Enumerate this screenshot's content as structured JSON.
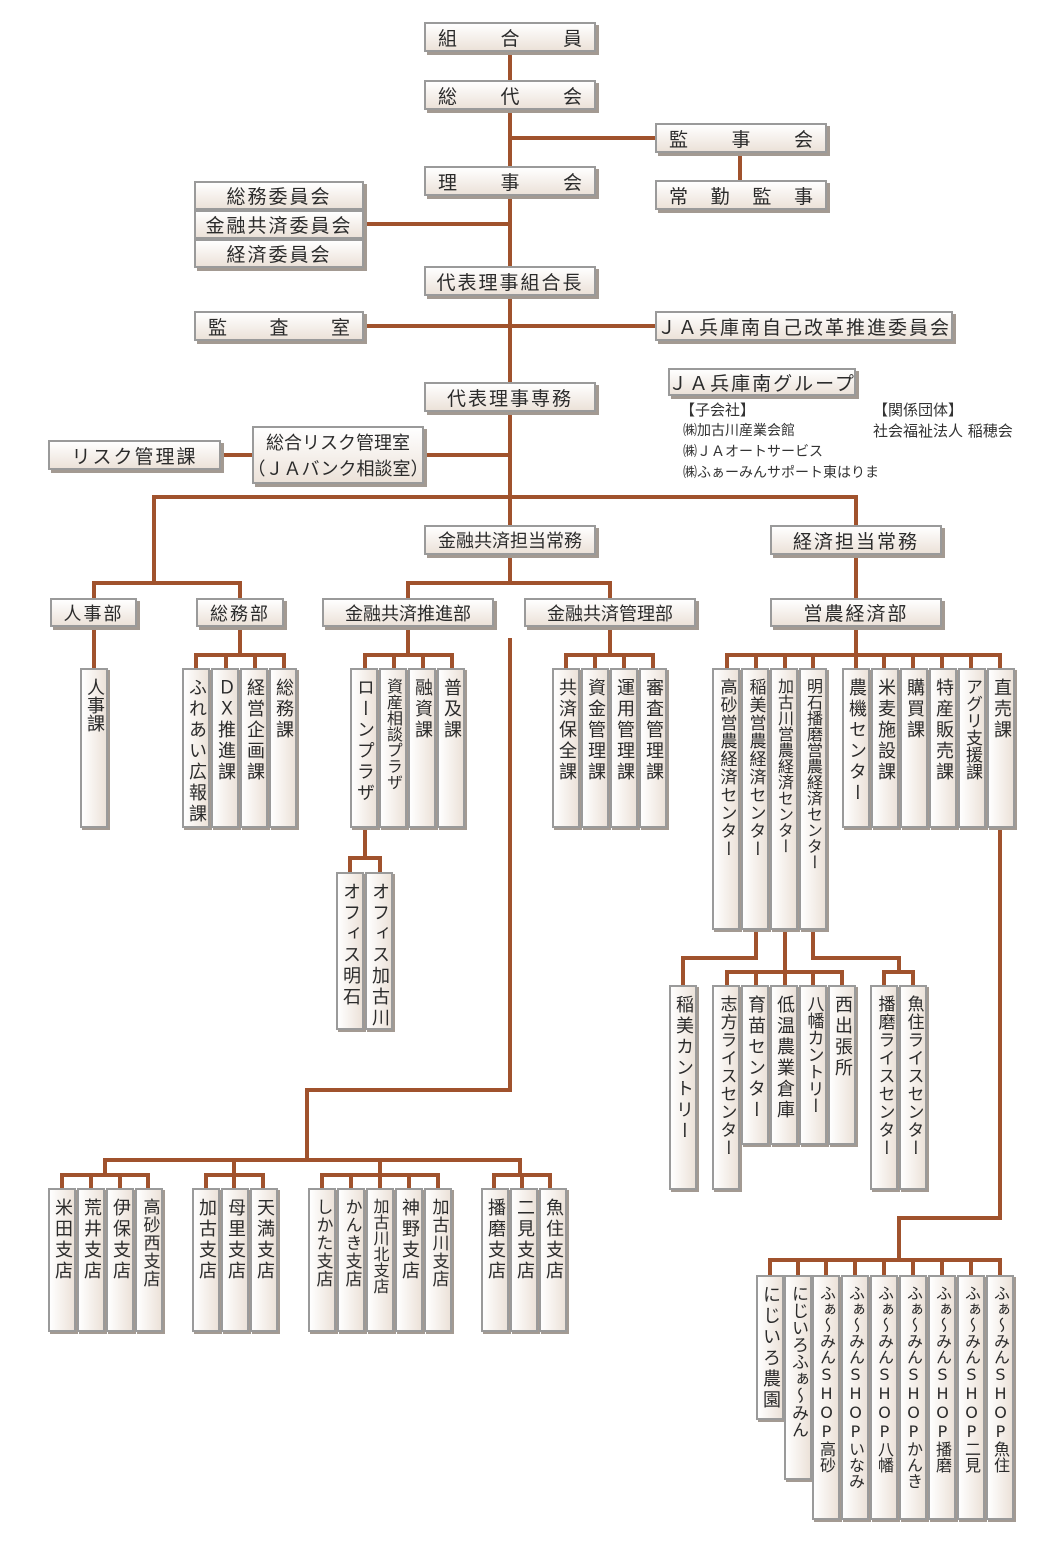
{
  "top": {
    "members": [
      "組",
      "合",
      "員"
    ],
    "general_assembly": [
      "総",
      "代",
      "会"
    ],
    "auditors_board": [
      "監",
      "事",
      "会"
    ],
    "full_time_auditor": [
      "常",
      "勤",
      "監",
      "事"
    ],
    "board": [
      "理",
      "事",
      "会"
    ],
    "committees": [
      "総務委員会",
      "金融共済委員会",
      "経済委員会"
    ],
    "president": "代表理事組合長",
    "audit_office": [
      "監",
      "査",
      "室"
    ],
    "reform_committee": "ＪＡ兵庫南自己改革推進委員会",
    "managing_director": "代表理事専務",
    "risk_section": "リスク管理課",
    "risk_office_1": "総合リスク管理室",
    "risk_office_2": "（ＪＡバンク相談室）",
    "finance_director": "金融共済担当常務",
    "economy_director": "経済担当常務"
  },
  "group": {
    "title": "ＪＡ兵庫南グループ",
    "subsidiaries_label": "【子会社】",
    "subsidiaries": [
      "㈱加古川産業会館",
      "㈱ＪＡオートサービス",
      "㈱ふぁーみんサポート東はりま"
    ],
    "related_label": "【関係団体】",
    "related": "社会福祉法人 稲穂会"
  },
  "departments": {
    "hr": "人事部",
    "general_affairs": "総務部",
    "finance_promotion": "金融共済推進部",
    "finance_management": "金融共済管理部",
    "agri_economy": "営農経済部"
  },
  "sections": {
    "hr": "人事課",
    "general_affairs": [
      "ふれあい広報課",
      "ＤＸ推進課",
      "経営企画課",
      "総務課"
    ],
    "finance_promotion": [
      "ローンプラザ",
      "資産相談プラザ",
      "融資課",
      "普及課"
    ],
    "loan_offices": [
      "オフィス明石",
      "オフィス加古川"
    ],
    "finance_management": [
      "共済保全課",
      "資金管理課",
      "運用管理課",
      "審査管理課"
    ],
    "agri_centers": [
      "高砂営農経済センター",
      "稲美営農経済センター",
      "加古川営農経済センター",
      "明石播磨営農経済センター"
    ],
    "agri_sections": [
      "農機センター",
      "米麦施設課",
      "購買課",
      "特産販売課",
      "アグリ支援課",
      "直売課"
    ],
    "center_facilities": [
      "稲美カントリー",
      "志方ライスセンター",
      "育苗センター",
      "低温農業倉庫",
      "八幡カントリー",
      "西出張所",
      "播磨ライスセンター",
      "魚住ライスセンター"
    ],
    "direct_sales": [
      "にじいろ農園",
      "にじいろふぁ〜みん",
      "ふぁ〜みんSHOP高砂",
      "ふぁ〜みんSHOPいなみ",
      "ふぁ〜みんSHOP八幡",
      "ふぁ〜みんSHOPかんき",
      "ふぁ〜みんSHOP播磨",
      "ふぁ〜みんSHOP二見",
      "ふぁ〜みんSHOP魚住"
    ]
  },
  "branches": {
    "group1": [
      "米田支店",
      "荒井支店",
      "伊保支店",
      "高砂西支店"
    ],
    "group2": [
      "加古支店",
      "母里支店",
      "天満支店"
    ],
    "group3": [
      "しかた支店",
      "かんき支店",
      "加古川北支店",
      "神野支店",
      "加古川支店"
    ],
    "group4": [
      "播磨支店",
      "二見支店",
      "魚住支店"
    ]
  }
}
